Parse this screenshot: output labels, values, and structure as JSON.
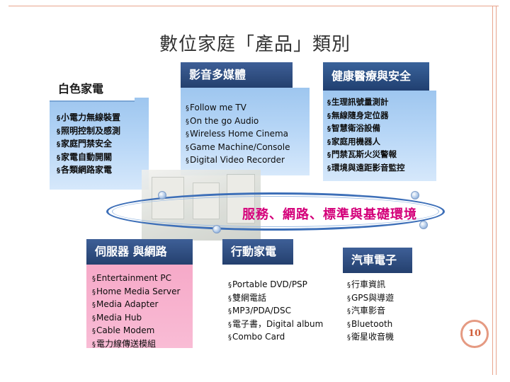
{
  "title": "數位家庭「產品」類別",
  "center": {
    "label": "服務、網路、標準與基礎環境"
  },
  "panels": {
    "white_appliance": {
      "header": "白色家電",
      "items": [
        "小電力無線裝置",
        "照明控制及感測",
        "家庭門禁安全",
        "家電自動開關",
        "各類網路家電"
      ]
    },
    "av_multimedia": {
      "header": "影音多媒體",
      "items": [
        "Follow me TV",
        "On the go Audio",
        "Wireless Home Cinema",
        "Game Machine/Console",
        "Digital Video Recorder"
      ]
    },
    "health_safety": {
      "header": "健康醫療與安全",
      "items": [
        "生理訊號量測計",
        "無線隨身定位器",
        "智慧衛浴設備",
        "家庭用機器人",
        "門禁瓦斯火災警報",
        "環境與遠距影音監控"
      ]
    },
    "server_network": {
      "header": "伺服器 與網路",
      "items": [
        "Entertainment PC",
        "Home Media Server",
        "Media Adapter",
        "Media Hub",
        "Cable Modem",
        "電力線傳送模組"
      ]
    },
    "mobile_appliance": {
      "header": "行動家電",
      "items": [
        "Portable DVD/PSP",
        "雙網電話",
        "MP3/PDA/DSC",
        "電子書，Digital album",
        "Combo Card"
      ]
    },
    "auto_electronics": {
      "header": "汽車電子",
      "items": [
        "行車資訊",
        "GPS與導遊",
        "汽車影音",
        "Bluetooth",
        "衛星收音機"
      ]
    }
  },
  "page_number": "10",
  "colors": {
    "ring": "#3d6fb8",
    "center_label": "#d4007a",
    "panel_sky": "#b5d5f6",
    "panel_pink": "#f6a9c8",
    "header_navy": "#24406e",
    "frame": "#e8a48c"
  }
}
